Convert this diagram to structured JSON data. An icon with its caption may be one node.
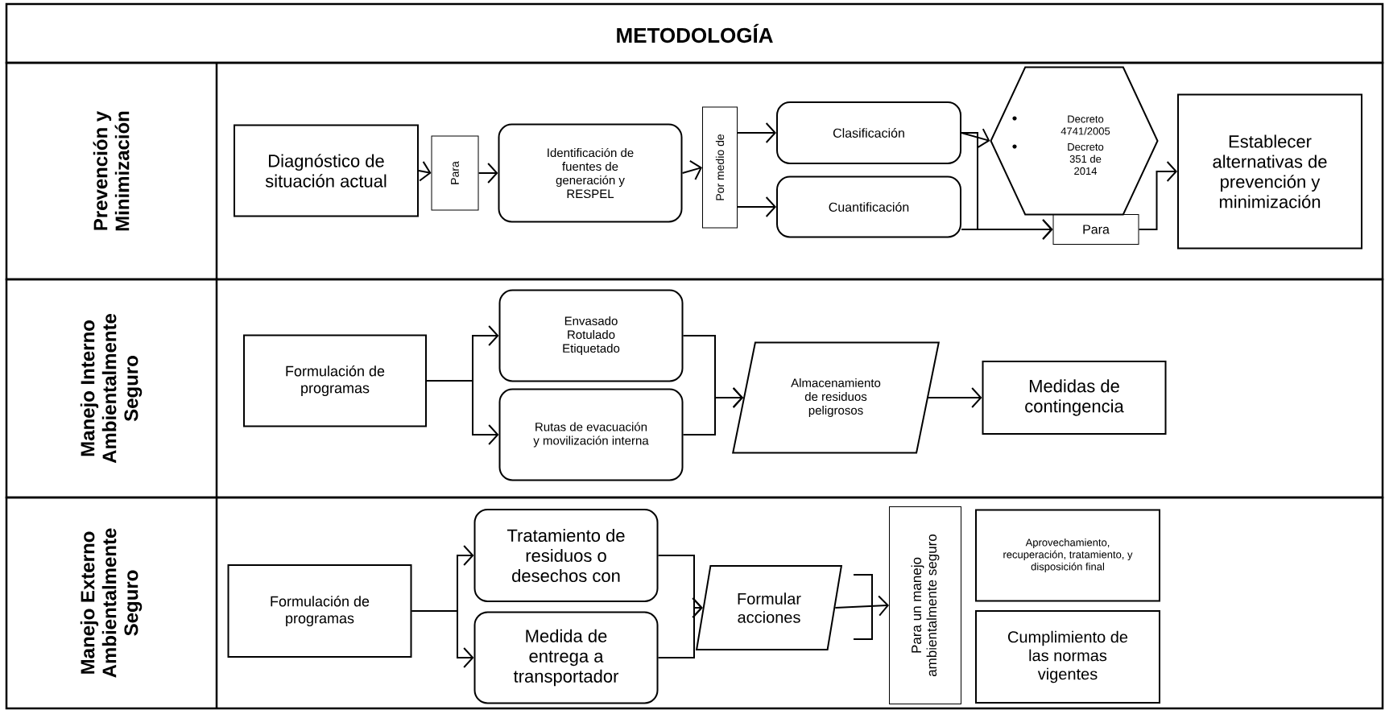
{
  "diagram": {
    "title": "METODOLOGÍA",
    "nodes": [
      {
        "text": [
          "Prevención y Minimización"
        ]
      },
      {
        "text": [
          "Diagnóstico de situación actual"
        ],
        "in": 0
      },
      {
        "text": [
          "Para"
        ],
        "in": 0
      },
      {
        "text": [
          "Identificación de fuentes de generación y RESPEL"
        ],
        "in": 0
      },
      {
        "text": [
          "Por medio de"
        ],
        "in": 0
      },
      {
        "text": [
          "Clasificación"
        ],
        "in": 0
      },
      {
        "text": [
          "Cuantificación"
        ],
        "in": 0
      },
      {
        "text": [
          "Decreto 4741/2005",
          "Decreto 351 de 2014"
        ],
        "in": 0
      },
      {
        "text": [
          "Para"
        ],
        "in": 0
      },
      {
        "text": [
          "Establecer alternativas de prevención y minimización"
        ],
        "in": 0
      },
      {
        "text": [
          "Manejo Interno Ambientalmente Seguro"
        ]
      },
      {
        "text": [
          "Formulación de programas"
        ],
        "in": 10
      },
      {
        "text": [
          "Envasado Rotulado Etiquetado"
        ],
        "in": 10
      },
      {
        "text": [
          "Rutas de evacuación y movilización interna"
        ],
        "in": 10
      },
      {
        "text": [
          "Almacenamiento de residuos peligrosos"
        ],
        "in": 10
      },
      {
        "text": [
          "Medidas de contingencia"
        ],
        "in": 10
      },
      {
        "text": [
          "Manejo Externo Ambientalmente Seguro"
        ]
      },
      {
        "text": [
          "Formulación de programas"
        ],
        "in": 16
      },
      {
        "text": [
          "Tratamiento de residuos o desechos con"
        ],
        "in": 16
      },
      {
        "text": [
          "Medida de entrega a transportador"
        ],
        "in": 16
      },
      {
        "text": [
          "Formular acciones"
        ],
        "in": 16
      },
      {
        "text": [
          "Para un manejo ambientalmente seguro"
        ],
        "in": 16
      },
      {
        "text": [
          "Aprovechamiento, recuperación, tratamiento, y disposición final"
        ],
        "in": 16
      },
      {
        "text": [
          "Cumplimiento de las normas vigentes"
        ],
        "in": 16
      }
    ],
    "edges": [
      {
        "from": 1,
        "to": 2,
        "arrow": "to"
      },
      {
        "from": 2,
        "to": 3,
        "arrow": "to"
      },
      {
        "from": 3,
        "to": 4,
        "arrow": "to"
      },
      {
        "from": 4,
        "to": 5,
        "arrow": "to"
      },
      {
        "from": 4,
        "to": 6,
        "arrow": "to"
      },
      {
        "from": 5,
        "to": 7,
        "arrow": "to"
      },
      {
        "from": 5,
        "to": 8,
        "arrow": "to"
      },
      {
        "from": 6,
        "to": 8,
        "arrow": "to"
      },
      {
        "from": 8,
        "to": 9,
        "arrow": "to"
      },
      {
        "from": 11,
        "to": 12,
        "arrow": "to"
      },
      {
        "from": 11,
        "to": 13,
        "arrow": "to"
      },
      {
        "from": 12,
        "to": 14,
        "arrow": "to"
      },
      {
        "from": 13,
        "to": 14,
        "arrow": "to"
      },
      {
        "from": 14,
        "to": 15,
        "arrow": "to"
      },
      {
        "from": 17,
        "to": 18,
        "arrow": "to"
      },
      {
        "from": 17,
        "to": 19,
        "arrow": "to"
      },
      {
        "from": 18,
        "to": 20,
        "arrow": "to"
      },
      {
        "from": 19,
        "to": 20,
        "arrow": "to"
      },
      {
        "from": 20,
        "to": 21,
        "arrow": "to"
      }
    ]
  }
}
